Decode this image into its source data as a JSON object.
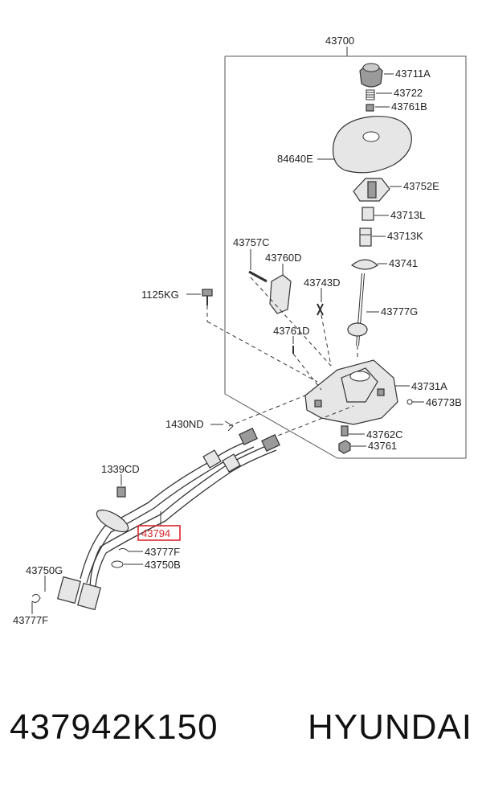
{
  "diagram": {
    "assembly_label": "43700",
    "highlight_color": "#d9262e",
    "labels": {
      "p43711A": "43711A",
      "p43722": "43722",
      "p43761B": "43761B",
      "p84640E": "84640E",
      "p43752E": "43752E",
      "p43713L": "43713L",
      "p43713K": "43713K",
      "p43757C": "43757C",
      "p43760D": "43760D",
      "p43741": "43741",
      "p1125KG": "1125KG",
      "p43743D": "43743D",
      "p43777G": "43777G",
      "p43761D": "43761D",
      "p43731A": "43731A",
      "p46773B": "46773B",
      "p1430ND": "1430ND",
      "p43762C": "43762C",
      "p43761": "43761",
      "p1339CD": "1339CD",
      "p43794": "43794",
      "p43777F_a": "43777F",
      "p43750G": "43750G",
      "p43750B": "43750B",
      "p43777F_b": "43777F"
    }
  },
  "caption": {
    "part_number": "437942K150",
    "brand": "HYUNDAI"
  }
}
